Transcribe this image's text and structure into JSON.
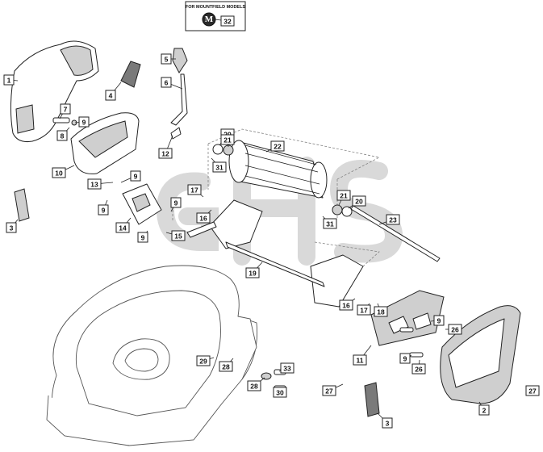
{
  "diagram": {
    "header_note": "FOR MOUNTFIELD MODELS",
    "logo_letter": "M",
    "callouts": [
      {
        "label": "32"
      },
      {
        "label": "5"
      },
      {
        "label": "6"
      },
      {
        "label": "4"
      },
      {
        "label": "1"
      },
      {
        "label": "7"
      },
      {
        "label": "9"
      },
      {
        "label": "8"
      },
      {
        "label": "12"
      },
      {
        "label": "10"
      },
      {
        "label": "20"
      },
      {
        "label": "21"
      },
      {
        "label": "22"
      },
      {
        "label": "31"
      },
      {
        "label": "9"
      },
      {
        "label": "13"
      },
      {
        "label": "9"
      },
      {
        "label": "17"
      },
      {
        "label": "9"
      },
      {
        "label": "16"
      },
      {
        "label": "21"
      },
      {
        "label": "20"
      },
      {
        "label": "23"
      },
      {
        "label": "31"
      },
      {
        "label": "3"
      },
      {
        "label": "14"
      },
      {
        "label": "9"
      },
      {
        "label": "15"
      },
      {
        "label": "19"
      },
      {
        "label": "16"
      },
      {
        "label": "17"
      },
      {
        "label": "18"
      },
      {
        "label": "9"
      },
      {
        "label": "26"
      },
      {
        "label": "11"
      },
      {
        "label": "9"
      },
      {
        "label": "26"
      },
      {
        "label": "29"
      },
      {
        "label": "28"
      },
      {
        "label": "33"
      },
      {
        "label": "28"
      },
      {
        "label": "30"
      },
      {
        "label": "27"
      },
      {
        "label": "3"
      },
      {
        "label": "2"
      },
      {
        "label": "27"
      }
    ]
  }
}
